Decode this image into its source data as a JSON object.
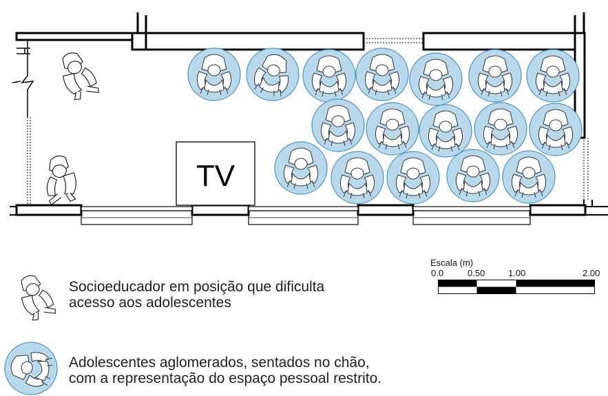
{
  "plan": {
    "tv_label": "TV",
    "colors": {
      "wall": "#000000",
      "person_fill": "#b8d8ec",
      "person_stroke": "#4a90c0"
    }
  },
  "legend": {
    "staff": {
      "icon": "standing-person-topview-icon",
      "line1": "Socioeducador em posição que dificulta",
      "line2": "acesso aos adolescentes"
    },
    "adolescents": {
      "icon": "seated-person-circle-icon",
      "line1": "Adolescentes aglomerados, sentados no chão,",
      "line2": "com a representação do espaço pessoal restrito."
    }
  },
  "scale": {
    "title": "Escala (m)",
    "ticks": [
      "0.0",
      "0.50",
      "1.00",
      "2.00"
    ]
  }
}
